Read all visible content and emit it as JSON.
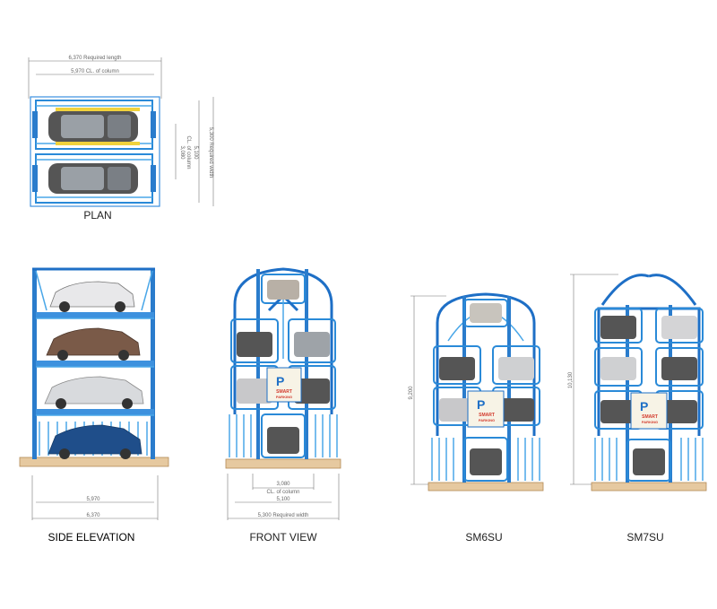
{
  "plan": {
    "caption": "PLAN",
    "dim_required_length": "6,370 Required length",
    "dim_cl_column_length": "5,970 CL. of column",
    "dim_cl_column_width_value": "3,080",
    "dim_cl_column_width_label": "CL. of column",
    "dim_width_5100": "5,100",
    "dim_required_width": "5,300 Required width"
  },
  "side": {
    "caption": "SIDE ELEVATION",
    "dim_inner": "5,970",
    "dim_outer": "6,370"
  },
  "front": {
    "caption": "FRONT VIEW",
    "dim_cl_value": "3,080",
    "dim_cl_label": "CL. of column",
    "dim_5100": "5,100",
    "dim_required_width": "5,300 Required width",
    "logo_line1": "SMART",
    "logo_line2": "PARKING"
  },
  "sm6su": {
    "caption": "SM6SU",
    "dim_height": "9,200",
    "logo_line1": "SMART",
    "logo_line2": "PARKING"
  },
  "sm7su": {
    "caption": "SM7SU",
    "dim_height": "10,130",
    "logo_line1": "SMART",
    "logo_line2": "PARKING"
  },
  "colors": {
    "frame": "#1e6fc6",
    "frame_light": "#4aa7e8",
    "base": "#e6c9a0",
    "logo_red": "#d33a2c"
  }
}
